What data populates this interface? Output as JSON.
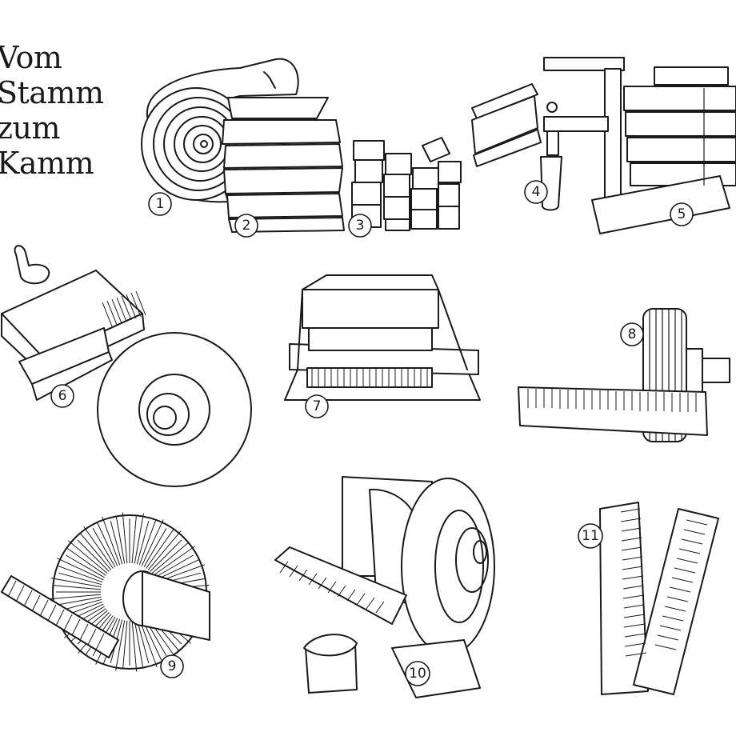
{
  "title": {
    "line1": "Vom",
    "line2": "Stamm",
    "line3": "zum",
    "line4": "Kamm"
  },
  "steps": [
    {
      "number": "1",
      "icon": "log-slices-icon"
    },
    {
      "number": "2",
      "icon": "planks-stack-icon"
    },
    {
      "number": "3",
      "icon": "wood-blocks-icon"
    },
    {
      "number": "4",
      "icon": "clamp-icon"
    },
    {
      "number": "5",
      "icon": "comb-blanks-stack-icon"
    },
    {
      "number": "6",
      "icon": "circular-saw-icon"
    },
    {
      "number": "7",
      "icon": "tooth-cutting-jig-icon"
    },
    {
      "number": "8",
      "icon": "gang-saw-icon"
    },
    {
      "number": "9",
      "icon": "wire-brush-wheel-icon"
    },
    {
      "number": "10",
      "icon": "polishing-wheel-icon"
    },
    {
      "number": "11",
      "icon": "finished-combs-icon"
    }
  ]
}
